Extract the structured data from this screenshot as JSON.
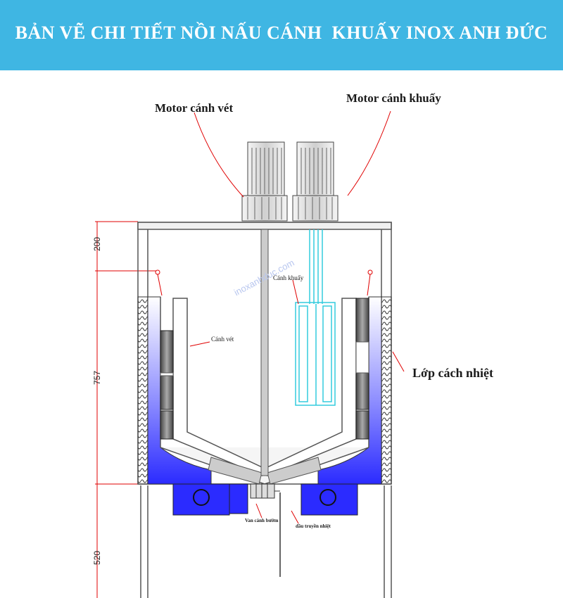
{
  "header": {
    "title": "BẢN VẼ CHI TIẾT NỒI NẤU CÁNH  KHUẤY INOX ANH ĐỨC",
    "background_color": "#3fb6e3"
  },
  "labels": {
    "motor_scraper": "Motor cánh vét",
    "motor_agitator": "Motor cánh khuấy",
    "agitator_blade": "Cánh khuấy",
    "scraper_blade": "Cánh vét",
    "insulation_layer": "Lớp cách nhiệt",
    "butterfly_valve": "Van cánh bướm",
    "thermal_oil": "dầu truyền nhiệt"
  },
  "dimensions": {
    "top": "200",
    "body": "757",
    "legs": "520"
  },
  "watermark": "inoxanhduc.com",
  "colors": {
    "jacket_blue": "#2b2bff",
    "leader_red": "#e00000",
    "agitator_cyan": "#33ccdd",
    "steel_gray": "#9a9a9a"
  }
}
